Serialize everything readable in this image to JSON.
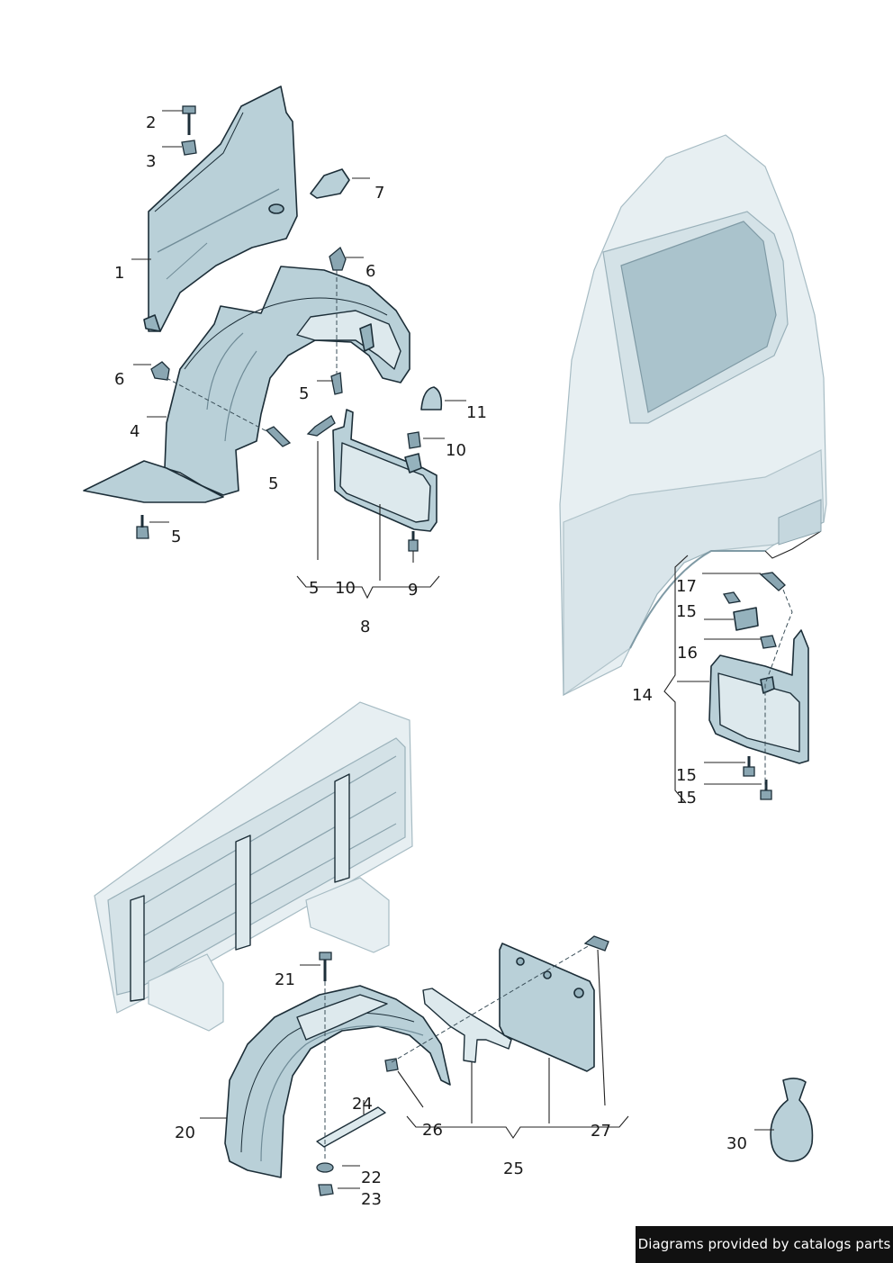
{
  "callouts": {
    "c1": "1",
    "c2": "2",
    "c3": "3",
    "c4": "4",
    "c5a": "5",
    "c5b": "5",
    "c5c": "5",
    "c5d": "5",
    "c6a": "6",
    "c6b": "6",
    "c7": "7",
    "c8": "8",
    "c9": "9",
    "c10a": "10",
    "c10b": "10",
    "c11": "11",
    "c14": "14",
    "c15a": "15",
    "c15b": "15",
    "c15c": "15",
    "c16": "16",
    "c17": "17",
    "c20": "20",
    "c21": "21",
    "c22": "22",
    "c23": "23",
    "c24": "24",
    "c25": "25",
    "c26": "26",
    "c27": "27",
    "c30": "30"
  },
  "footer": {
    "credit": "Diagrams provided by catalogs parts"
  },
  "colors": {
    "part_fill": "#b9d0d8",
    "outline": "#1c2e38",
    "credit_bg": "#111111"
  }
}
